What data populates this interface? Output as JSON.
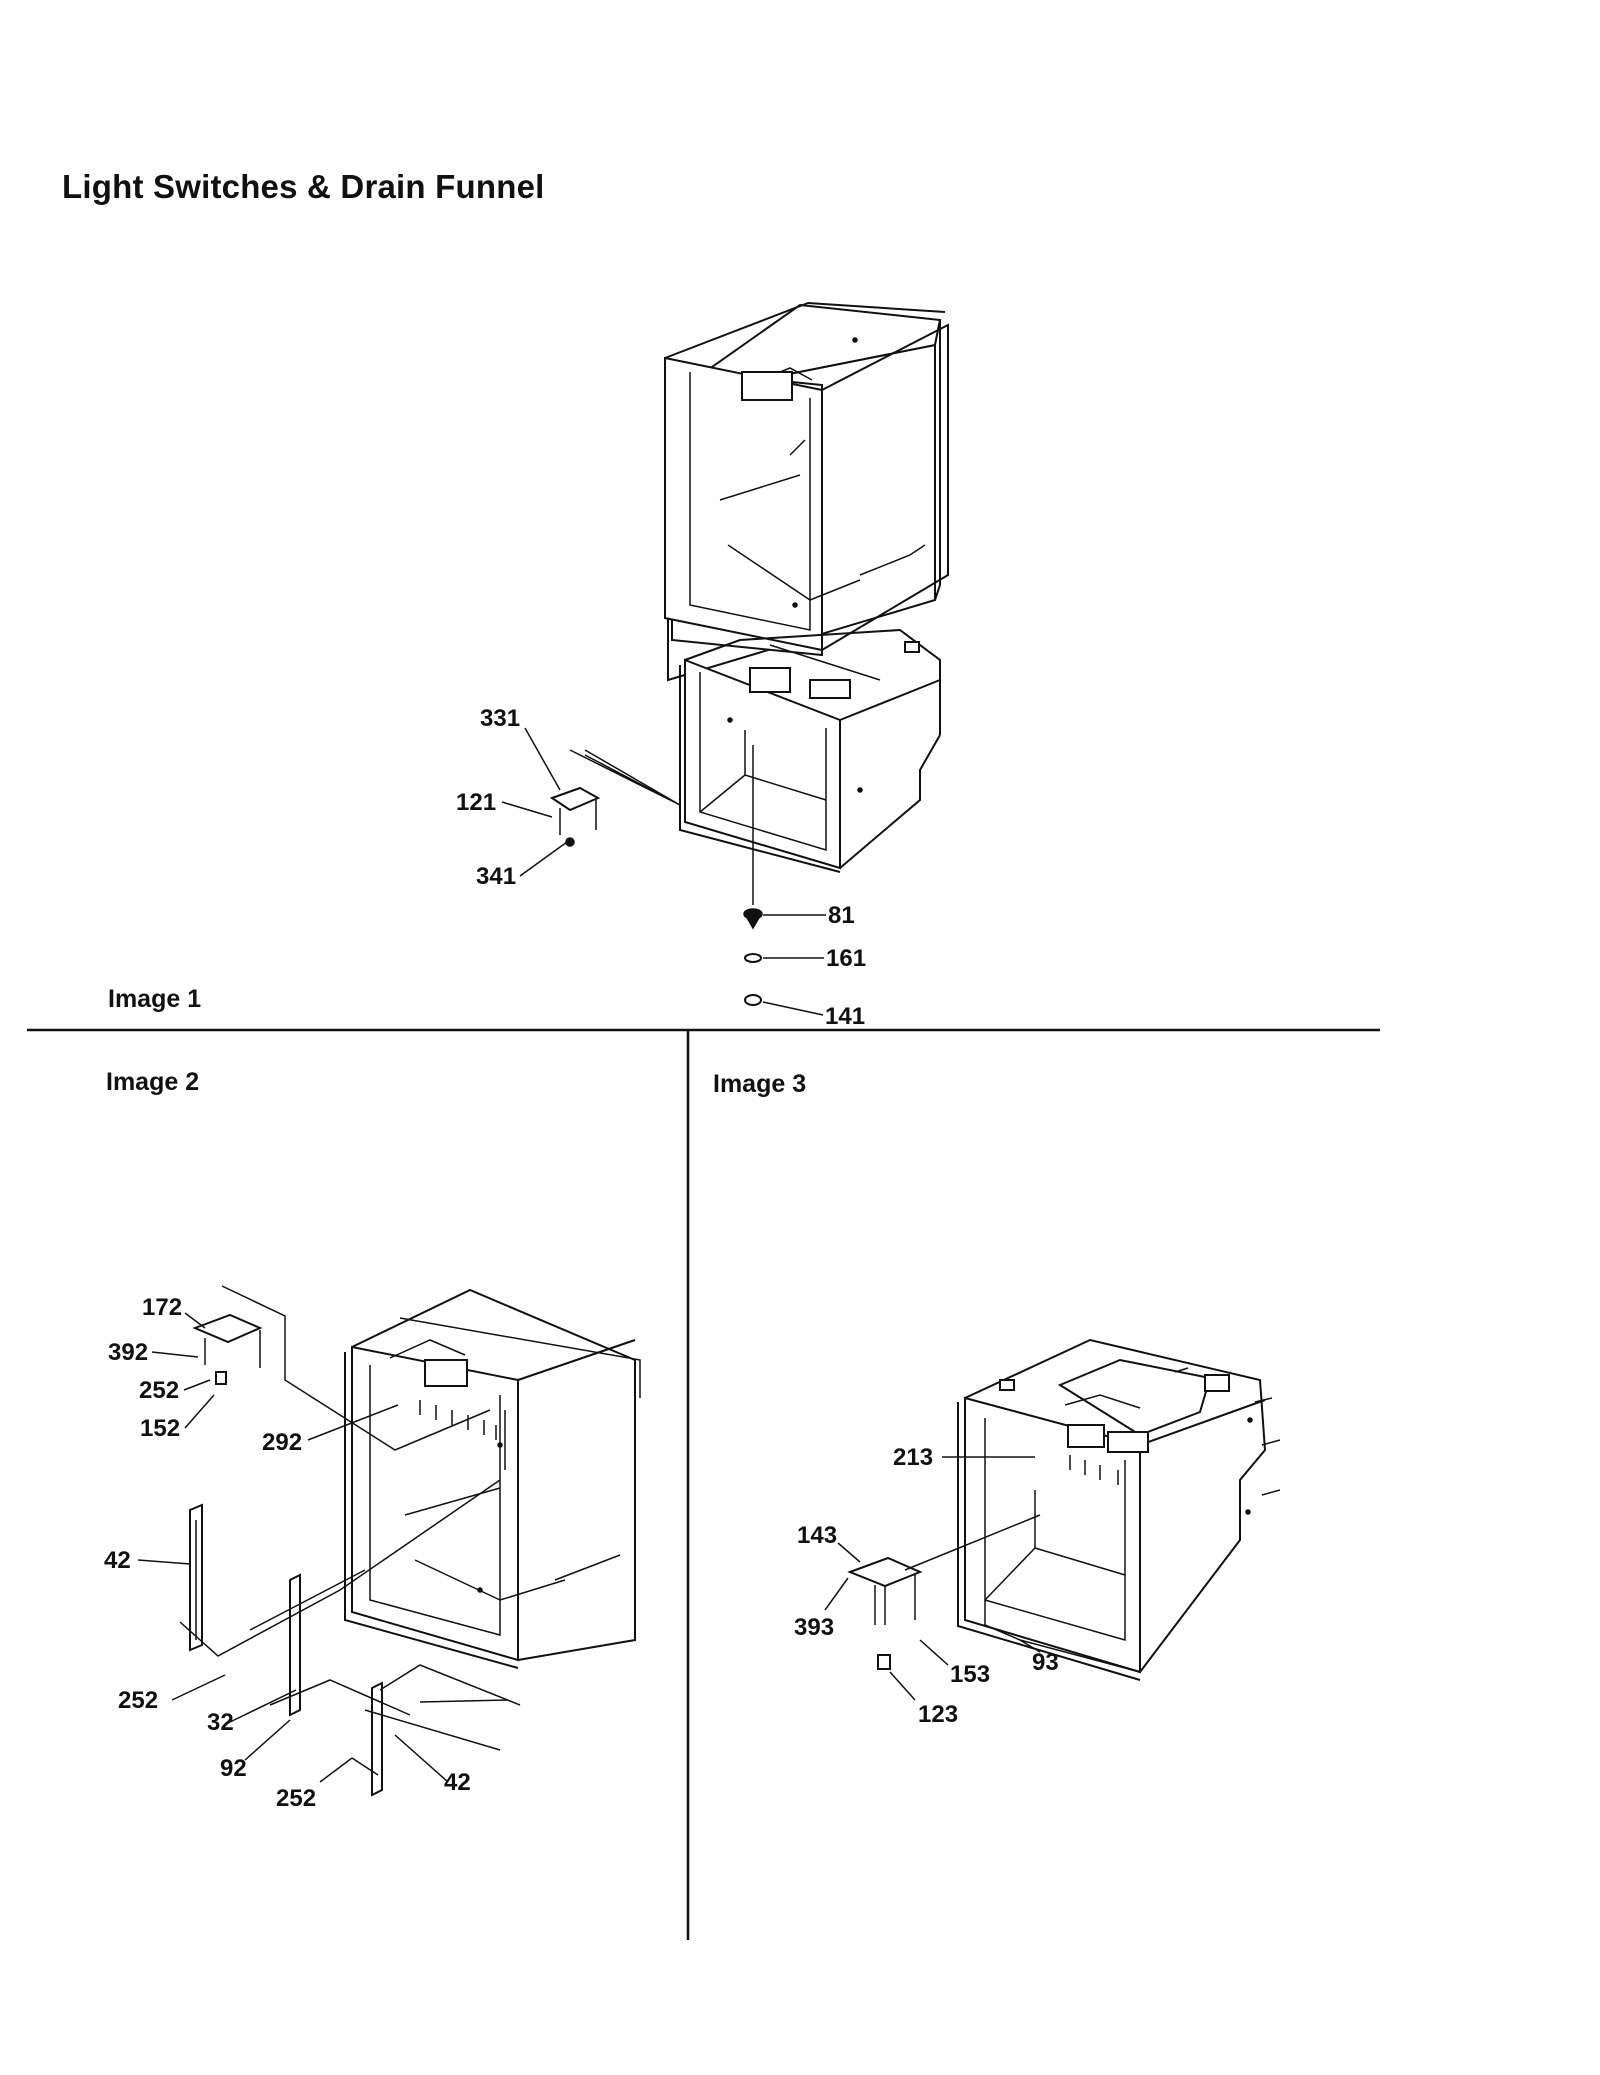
{
  "title": "Light Switches & Drain Funnel",
  "panels": [
    {
      "label": "Image 1"
    },
    {
      "label": "Image 2"
    },
    {
      "label": "Image 3"
    }
  ],
  "callouts": {
    "img1": [
      "331",
      "121",
      "341",
      "81",
      "161",
      "141"
    ],
    "img2": [
      "172",
      "392",
      "252",
      "152",
      "292",
      "42",
      "252",
      "32",
      "92",
      "252",
      "42"
    ],
    "img3": [
      "213",
      "143",
      "393",
      "153",
      "93",
      "123"
    ]
  }
}
